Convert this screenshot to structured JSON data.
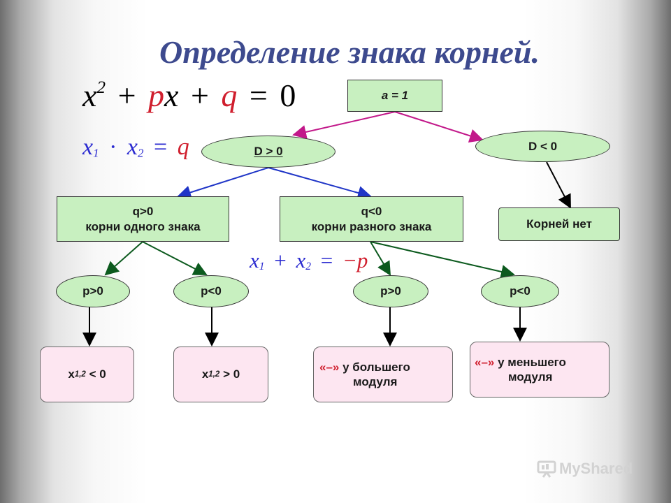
{
  "title": "Определение знака корней.",
  "formulas": {
    "equation": {
      "x": "x",
      "exp": "2",
      "plus1": "+",
      "p": "p",
      "x2": "x",
      "plus2": "+",
      "q": "q",
      "eq": "=",
      "zero": "0"
    },
    "product": {
      "x1": "x",
      "s1": "1",
      "dot": "·",
      "x2": "x",
      "s2": "2",
      "eq": "=",
      "q": "q"
    },
    "sum": {
      "x1": "x",
      "s1": "1",
      "plus": "+",
      "x2": "x",
      "s2": "2",
      "eq": "=",
      "neg": "−",
      "p": "p"
    }
  },
  "nodes": {
    "a1": "а = 1",
    "d_ge": "D > 0",
    "d_lt": "D < 0",
    "q_pos": {
      "cond": "q>0",
      "text": "корни одного знака"
    },
    "q_neg": {
      "cond": "q<0",
      "text": "корни разного знака"
    },
    "no_roots": "Корней нет",
    "p1": "p>0",
    "p2": "p<0",
    "p3": "p>0",
    "p4": "p<0",
    "r1": {
      "x": "x",
      "sub": "1,2",
      "rel": " < 0"
    },
    "r2": {
      "x": "x",
      "sub": "1,2",
      "rel": " > 0"
    },
    "r3": {
      "quote": "«–»",
      "line1": " у большего",
      "line2": "модуля"
    },
    "r4": {
      "quote": "«–»",
      "line1": " у меньшего",
      "line2": "модуля"
    }
  },
  "watermark": "MyShared",
  "colors": {
    "title": "#3d4a8e",
    "accent_red": "#d01f2e",
    "formula_blue": "#2a2ad0",
    "node_green": "#c8f0c0",
    "node_pink": "#fde6f1",
    "arrow_magenta": "#c2188a",
    "arrow_blue": "#1f35c7",
    "arrow_darkgreen": "#0c5a1e",
    "arrow_black": "#000000"
  }
}
